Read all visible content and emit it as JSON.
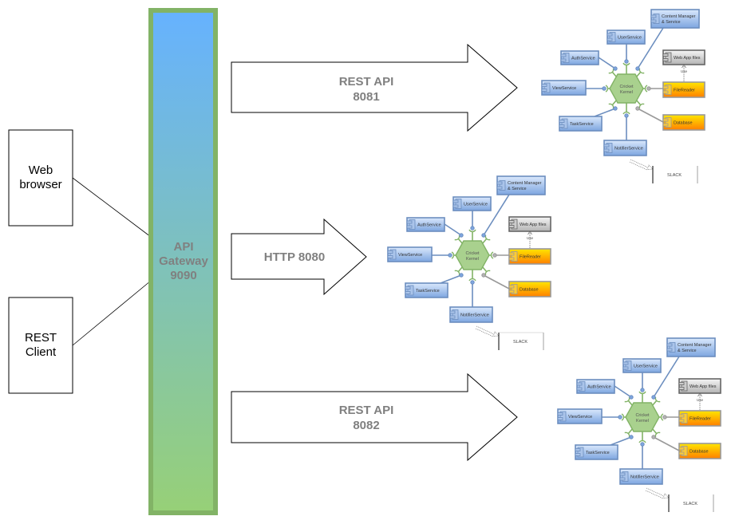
{
  "clients": [
    {
      "id": "web-browser",
      "lines": [
        "Web",
        "browser"
      ]
    },
    {
      "id": "rest-client",
      "lines": [
        "REST",
        "Client"
      ]
    }
  ],
  "gateway": {
    "lines": [
      "API",
      "Gateway",
      "9090"
    ],
    "colors": {
      "border": "#82b366",
      "gradient_top": "#66b2ff",
      "gradient_bottom": "#97d077",
      "text": "#808080"
    }
  },
  "arrows": [
    {
      "id": "rest-api-8081",
      "lines": [
        "REST API",
        "8081"
      ]
    },
    {
      "id": "http-8080",
      "lines": [
        "HTTP 8080"
      ]
    },
    {
      "id": "rest-api-8082",
      "lines": [
        "REST API",
        "8082"
      ]
    }
  ],
  "diagram": {
    "kernel": {
      "lines": [
        "Cricket",
        "Kernel"
      ]
    },
    "services": [
      {
        "id": "user-service",
        "lines": [
          "UserService"
        ],
        "kind": "service"
      },
      {
        "id": "content-manager",
        "lines": [
          "Content Manager",
          "& Service"
        ],
        "kind": "service"
      },
      {
        "id": "auth-service",
        "lines": [
          "AuthService"
        ],
        "kind": "service"
      },
      {
        "id": "view-service",
        "lines": [
          "ViewService"
        ],
        "kind": "service"
      },
      {
        "id": "task-service",
        "lines": [
          "TaskService"
        ],
        "kind": "service"
      },
      {
        "id": "notifier-service",
        "lines": [
          "NotifierService"
        ],
        "kind": "service"
      },
      {
        "id": "file-reader",
        "lines": [
          "FileReader"
        ],
        "kind": "adapter"
      },
      {
        "id": "database",
        "lines": [
          "Database"
        ],
        "kind": "adapter"
      },
      {
        "id": "web-app-files",
        "lines": [
          "Web App files"
        ],
        "kind": "resource"
      }
    ],
    "use_label": "Use",
    "slack_label": "SLACK",
    "colors": {
      "service_fill_top": "#c6d8f3",
      "service_fill_bottom": "#7ea6e0",
      "service_stroke": "#6c8ebf",
      "adapter_fill_top": "#ffe600",
      "adapter_fill_bottom": "#ff8000",
      "adapter_stroke": "#999999",
      "resource_fill_top": "#f5f5f5",
      "resource_fill_bottom": "#b3b3b3",
      "resource_stroke": "#666666",
      "kernel_fill": "#a9d18e",
      "kernel_stroke": "#82b366",
      "link_blue": "#6c8ebf",
      "link_grey": "#999999"
    }
  },
  "instances": [
    {
      "id": "instance-8081"
    },
    {
      "id": "instance-8080"
    },
    {
      "id": "instance-8082"
    }
  ]
}
